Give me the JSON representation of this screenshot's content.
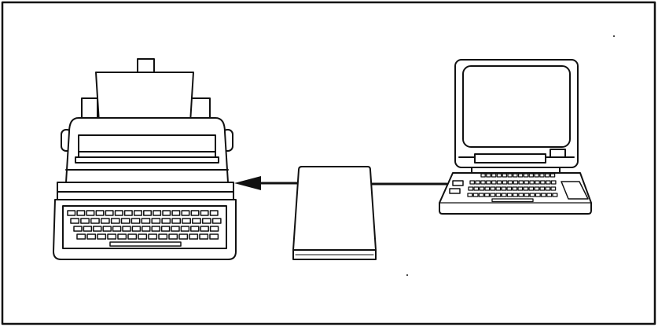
{
  "diagram": {
    "type": "line-art illustration",
    "elements": [
      {
        "id": "typewriter",
        "icon": "electronic-typewriter-icon"
      },
      {
        "id": "interface-box",
        "icon": "interface-box-icon"
      },
      {
        "id": "computer",
        "icon": "personal-computer-icon"
      }
    ],
    "connections": [
      {
        "from": "computer",
        "to": "interface-box",
        "style": "line"
      },
      {
        "from": "interface-box",
        "to": "typewriter",
        "style": "arrow"
      }
    ],
    "colors": {
      "ink": "#111111",
      "paper": "#ffffff",
      "screen": "#ffffff"
    }
  }
}
